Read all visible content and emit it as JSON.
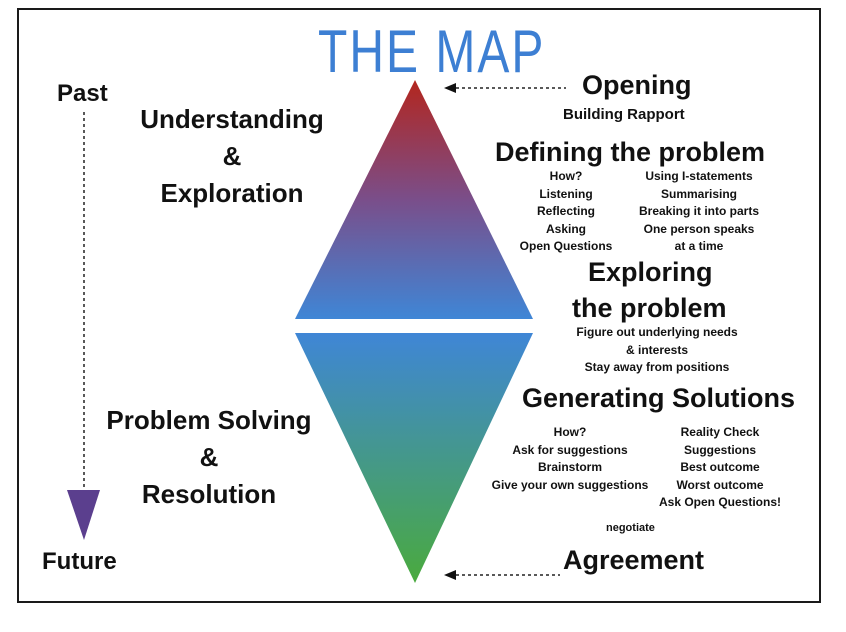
{
  "title": "THE MAP",
  "timeline": {
    "past": "Past",
    "future": "Future"
  },
  "phases": {
    "top": [
      "Understanding",
      "&",
      "Exploration"
    ],
    "bottom": [
      "Problem Solving",
      "&",
      "Resolution"
    ]
  },
  "stages": {
    "opening": {
      "heading": "Opening",
      "sub": "Building Rapport"
    },
    "defining": {
      "heading": "Defining the problem",
      "left": [
        "How?",
        "Listening",
        "Reflecting",
        "Asking",
        "Open Questions"
      ],
      "right": [
        "Using I-statements",
        "Summarising",
        "Breaking it into parts",
        "One person speaks",
        "at a time"
      ]
    },
    "exploring": {
      "heading": [
        "Exploring",
        "the problem"
      ],
      "notes": [
        "Figure out underlying needs",
        "& interests",
        "Stay away from positions"
      ]
    },
    "generating": {
      "heading": "Generating Solutions",
      "left": [
        "How?",
        "Ask for suggestions",
        "Brainstorm",
        "Give your own suggestions"
      ],
      "right": [
        "Reality Check",
        "Suggestions",
        "Best outcome",
        "Worst outcome",
        "Ask Open Questions!"
      ]
    },
    "negotiate": "negotiate",
    "agreement": "Agreement"
  },
  "colors": {
    "top_apex": "#b3261e",
    "top_base": "#3f86d6",
    "bottom_base": "#4aaa3e",
    "arrow": "#5b3f8e",
    "title": "#3d7fd3"
  }
}
